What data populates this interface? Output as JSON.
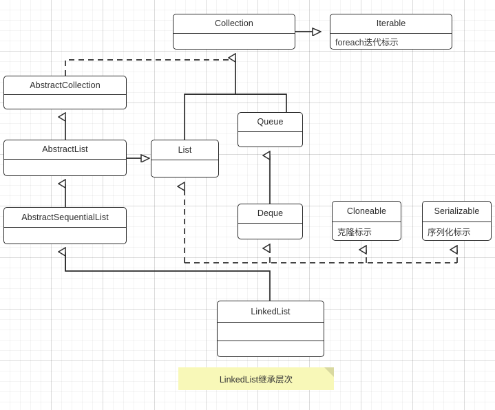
{
  "diagram": {
    "title_note": "LinkedList继承层次",
    "stroke_color": "#2a2a2a",
    "note_color": "#f8f8b8",
    "background": "#ffffff",
    "grid_color": "#e8e8e8"
  },
  "classes": {
    "collection": {
      "name": "Collection",
      "detail": ""
    },
    "iterable": {
      "name": "Iterable",
      "detail": "foreach迭代标示"
    },
    "abstract_collection": {
      "name": "AbstractCollection",
      "detail": ""
    },
    "abstract_list": {
      "name": "AbstractList",
      "detail": ""
    },
    "abstract_sequential_list": {
      "name": "AbstractSequentialList",
      "detail": ""
    },
    "list": {
      "name": "List",
      "detail": ""
    },
    "queue": {
      "name": "Queue",
      "detail": ""
    },
    "deque": {
      "name": "Deque",
      "detail": ""
    },
    "cloneable": {
      "name": "Cloneable",
      "detail": "克隆标示"
    },
    "serializable": {
      "name": "Serializable",
      "detail": "序列化标示"
    },
    "linked_list": {
      "name": "LinkedList",
      "detail": "",
      "detail2": ""
    }
  },
  "relations": [
    {
      "from": "Collection",
      "to": "Iterable",
      "type": "generalization"
    },
    {
      "from": "AbstractCollection",
      "to": "Collection",
      "type": "realization"
    },
    {
      "from": "AbstractList",
      "to": "AbstractCollection",
      "type": "generalization"
    },
    {
      "from": "AbstractSequentialList",
      "to": "AbstractList",
      "type": "generalization"
    },
    {
      "from": "AbstractList",
      "to": "List",
      "type": "generalization"
    },
    {
      "from": "List",
      "to": "Collection",
      "type": "generalization"
    },
    {
      "from": "Queue",
      "to": "Collection",
      "type": "generalization"
    },
    {
      "from": "Deque",
      "to": "Queue",
      "type": "generalization"
    },
    {
      "from": "LinkedList",
      "to": "List",
      "type": "realization"
    },
    {
      "from": "LinkedList",
      "to": "Deque",
      "type": "realization"
    },
    {
      "from": "LinkedList",
      "to": "Cloneable",
      "type": "realization"
    },
    {
      "from": "LinkedList",
      "to": "Serializable",
      "type": "realization"
    },
    {
      "from": "LinkedList",
      "to": "AbstractSequentialList",
      "type": "generalization"
    }
  ]
}
